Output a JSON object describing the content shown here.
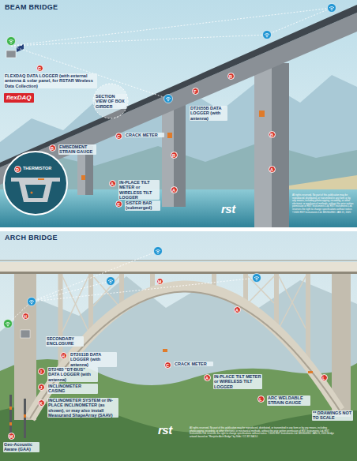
{
  "diagram": {
    "nodes": [
      {
        "text": [
          "G"
        ]
      },
      {
        "text": [
          "flexDAQ"
        ]
      },
      {
        "text": [
          "F"
        ]
      },
      {
        "text": [
          "C"
        ]
      },
      {
        "text": [
          "B"
        ]
      },
      {
        "text": [
          "D"
        ]
      },
      {
        "text": [
          "A"
        ]
      },
      {
        "text": [
          "E"
        ]
      },
      {
        "text": [
          "B"
        ]
      },
      {
        "text": [
          "B"
        ]
      },
      {
        "text": [
          "A"
        ]
      },
      {
        "text": [
          "B"
        ]
      },
      {
        "text": [
          "A"
        ]
      },
      {
        "text": [
          "M"
        ]
      },
      {
        "text": [
          "H"
        ]
      },
      {
        "text": [
          "H"
        ]
      },
      {
        "text": [
          "I"
        ]
      },
      {
        "text": [
          "J"
        ]
      },
      {
        "text": [
          "K"
        ]
      },
      {
        "text": [
          "C"
        ]
      },
      {
        "text": [
          "A"
        ]
      },
      {
        "text": [
          "A"
        ]
      },
      {
        "text": [
          "L"
        ]
      },
      {
        "text": [
          "L"
        ]
      },
      {
        "text": [
          "M"
        ]
      }
    ],
    "labels": [
      "BEAM BRIDGE",
      "FLEXDAQ DATA LOGGER (with external antenna & solar panel, for RSTAR Wireless Data Collection)",
      "SECTION VIEW OF BOX GIRDER",
      "DT2055B DATA LOGGER (with antenna)",
      "CRACK METER",
      "EMBEDMENT STRAIN GAUGE",
      "THERMISTOR",
      "IN-PLACE TILT METER or WIRELESS TILT LOGGER",
      "SISTER BAR (submerged)",
      "rst",
      "All rights reserved. No part of this publication may be reproduced, distributed, or transmitted in any form or by any means, including photocopying, recording, or other electronic or mechanical methods, without the prior written permission of RST Instruments Ltd. RST Instruments Ltd. reserves the right to change specifications without notice. ©2020 RST Instruments Ltd. MIDS0496C JAN 21, 2020",
      "ARCH BRIDGE",
      "SECONDARY ENCLOSURE",
      "DT2011B DATA LOGGER (with antenna)",
      "DT2485 \"DT-BUS\" DATA LOGGER (with antenna)",
      "INCLINOMETER CASING",
      "INCLINOMETER SYSTEM or IN-PLACE INCLINOMETER (as shown), or may also install Measurand ShapeArray (SAAV)",
      "Geo-Acoustic Aware (GAA)",
      "CRACK METER",
      "IN-PLACE TILT METER or WIRELESS TILT LOGGER",
      "ARC WELDABLE STRAIN GAUGE",
      "** DRAWINGS NOT TO SCALE",
      "rst",
      "All rights reserved. No part of this publication may be reproduced, distributed, or transmitted in any form or by any means, including photocopying, recording, or other electronic or mechanical methods, without the prior written permission of RST Instruments Ltd. RST Instruments Ltd. reserves the right to change specifications without notice. ©2020 RST Instruments Ltd. MIDS0495C JAN 21, 2020 Bridge artwork based on \"Renjishe Arch Bridge\" by Stbb / CC BY-SA 3.0"
    ]
  }
}
